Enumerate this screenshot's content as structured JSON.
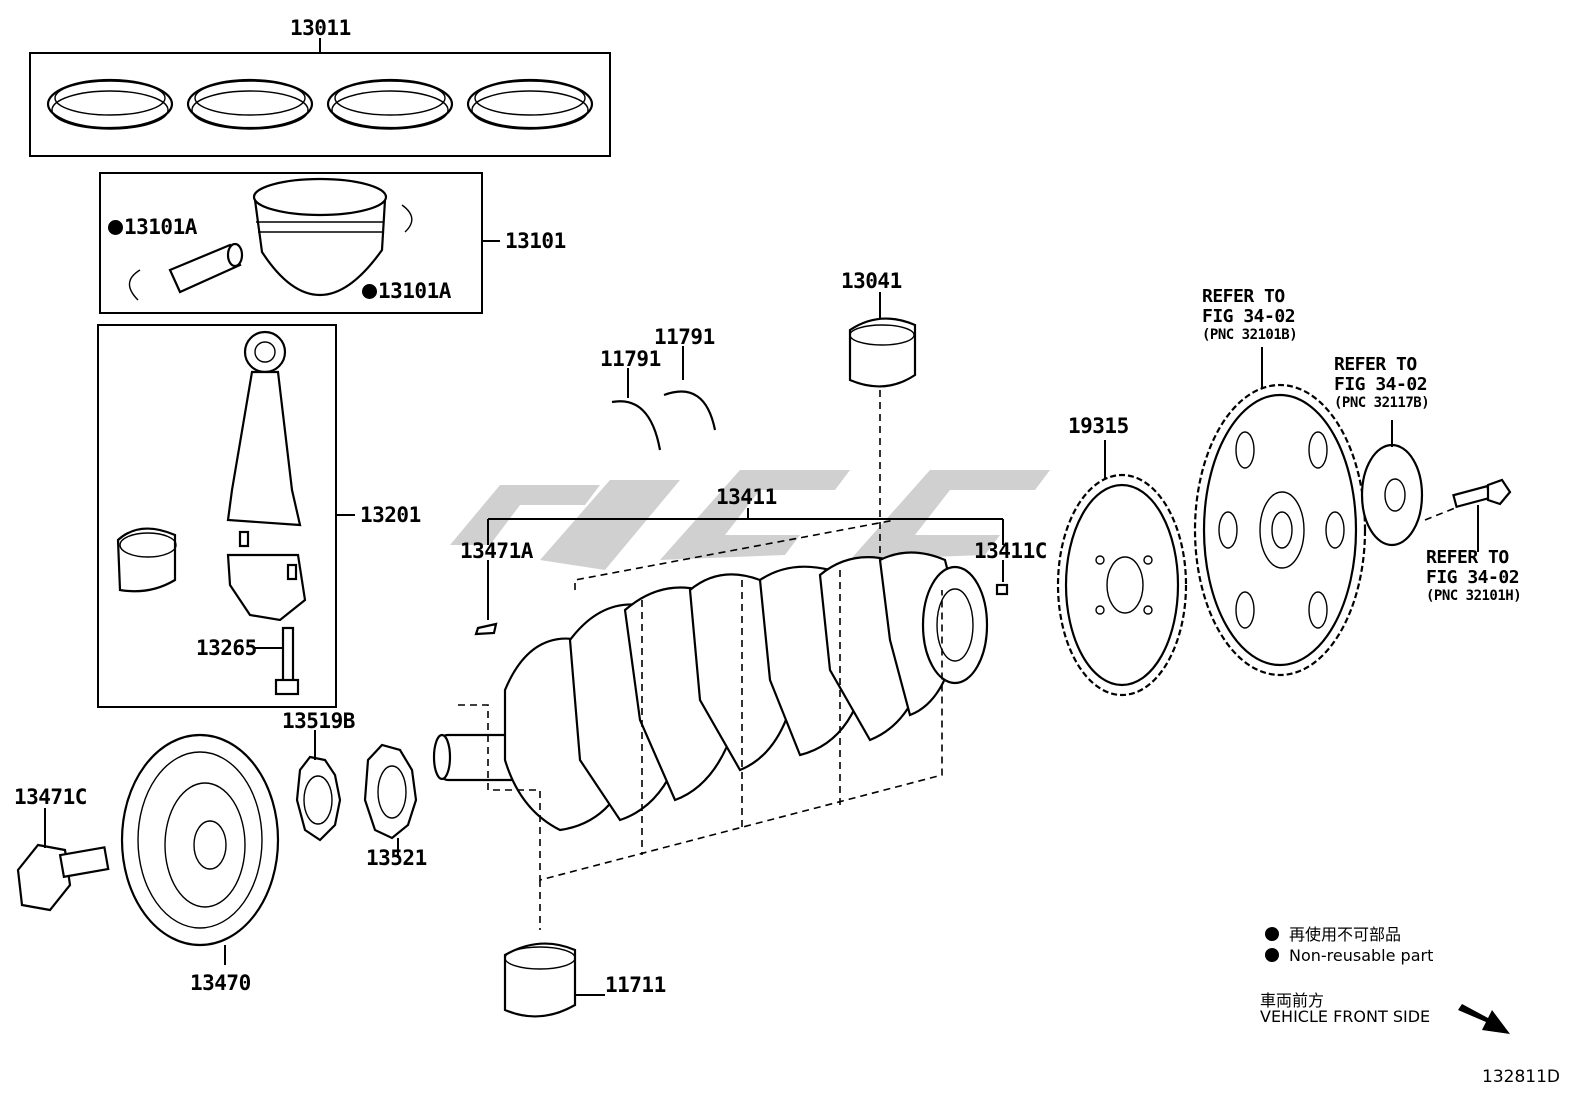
{
  "labels": {
    "p13011": "13011",
    "p13101": "13101",
    "p13101A_a": "13101A",
    "p13101A_b": "13101A",
    "p13201": "13201",
    "p13265": "13265",
    "p13041": "13041",
    "p11791_a": "11791",
    "p11791_b": "11791",
    "p13411": "13411",
    "p13471A": "13471A",
    "p13411C": "13411C",
    "p19315": "19315",
    "p13519B": "13519B",
    "p13521": "13521",
    "p13471C": "13471C",
    "p13470": "13470",
    "p11711": "11711"
  },
  "references": [
    {
      "line1": "REFER TO",
      "line2": "FIG 34-02",
      "pnc": "(PNC 32101B)"
    },
    {
      "line1": "REFER TO",
      "line2": "FIG 34-02",
      "pnc": "(PNC 32117B)"
    },
    {
      "line1": "REFER TO",
      "line2": "FIG 34-02",
      "pnc": "(PNC 32101H)"
    }
  ],
  "legend": {
    "non_reusable_ja": "再使用不可部品",
    "non_reusable_en": "Non-reusable part",
    "front_ja": "車両前方",
    "front_en": "VEHICLE FRONT SIDE"
  },
  "figure_id": "132811D",
  "colors": {
    "line": "#000000",
    "background": "#ffffff",
    "watermark": "#c8c8c8"
  }
}
